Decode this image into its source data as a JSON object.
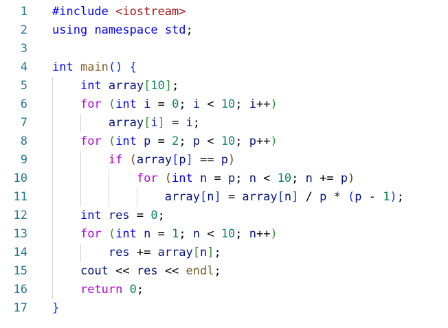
{
  "editor": {
    "lines": [
      {
        "num": "1",
        "tokens": [
          {
            "t": "#include ",
            "c": "pp"
          },
          {
            "t": "<iostream>",
            "c": "str"
          }
        ]
      },
      {
        "num": "2",
        "tokens": [
          {
            "t": "using",
            "c": "kw"
          },
          {
            "t": " ",
            "c": ""
          },
          {
            "t": "namespace",
            "c": "kw"
          },
          {
            "t": " ",
            "c": ""
          },
          {
            "t": "std",
            "c": "ty"
          },
          {
            "t": ";",
            "c": ""
          }
        ]
      },
      {
        "num": "3",
        "tokens": []
      },
      {
        "num": "4",
        "tokens": [
          {
            "t": "int",
            "c": "ty"
          },
          {
            "t": " ",
            "c": ""
          },
          {
            "t": "main",
            "c": "fn"
          },
          {
            "t": "()",
            "c": "br1"
          },
          {
            "t": " ",
            "c": ""
          },
          {
            "t": "{",
            "c": "br1"
          }
        ]
      },
      {
        "num": "5",
        "tokens": [
          {
            "t": "    ",
            "c": ""
          },
          {
            "t": "int",
            "c": "ty"
          },
          {
            "t": " ",
            "c": ""
          },
          {
            "t": "array",
            "c": "var"
          },
          {
            "t": "[",
            "c": "br2"
          },
          {
            "t": "10",
            "c": "num"
          },
          {
            "t": "]",
            "c": "br2"
          },
          {
            "t": ";",
            "c": ""
          }
        ]
      },
      {
        "num": "6",
        "tokens": [
          {
            "t": "    ",
            "c": ""
          },
          {
            "t": "for",
            "c": "ctl"
          },
          {
            "t": " ",
            "c": ""
          },
          {
            "t": "(",
            "c": "br2"
          },
          {
            "t": "int",
            "c": "ty"
          },
          {
            "t": " ",
            "c": ""
          },
          {
            "t": "i",
            "c": "var"
          },
          {
            "t": " = ",
            "c": ""
          },
          {
            "t": "0",
            "c": "num"
          },
          {
            "t": "; ",
            "c": ""
          },
          {
            "t": "i",
            "c": "var"
          },
          {
            "t": " < ",
            "c": ""
          },
          {
            "t": "10",
            "c": "num"
          },
          {
            "t": "; ",
            "c": ""
          },
          {
            "t": "i",
            "c": "var"
          },
          {
            "t": "++",
            "c": ""
          },
          {
            "t": ")",
            "c": "br2"
          }
        ]
      },
      {
        "num": "7",
        "tokens": [
          {
            "t": "        ",
            "c": ""
          },
          {
            "t": "array",
            "c": "var"
          },
          {
            "t": "[",
            "c": "br2"
          },
          {
            "t": "i",
            "c": "var"
          },
          {
            "t": "]",
            "c": "br2"
          },
          {
            "t": " = ",
            "c": ""
          },
          {
            "t": "i",
            "c": "var"
          },
          {
            "t": ";",
            "c": ""
          }
        ]
      },
      {
        "num": "8",
        "tokens": [
          {
            "t": "    ",
            "c": ""
          },
          {
            "t": "for",
            "c": "ctl"
          },
          {
            "t": " ",
            "c": ""
          },
          {
            "t": "(",
            "c": "br2"
          },
          {
            "t": "int",
            "c": "ty"
          },
          {
            "t": " ",
            "c": ""
          },
          {
            "t": "p",
            "c": "var"
          },
          {
            "t": " = ",
            "c": ""
          },
          {
            "t": "2",
            "c": "num"
          },
          {
            "t": "; ",
            "c": ""
          },
          {
            "t": "p",
            "c": "var"
          },
          {
            "t": " < ",
            "c": ""
          },
          {
            "t": "10",
            "c": "num"
          },
          {
            "t": "; ",
            "c": ""
          },
          {
            "t": "p",
            "c": "var"
          },
          {
            "t": "++",
            "c": ""
          },
          {
            "t": ")",
            "c": "br2"
          }
        ]
      },
      {
        "num": "9",
        "tokens": [
          {
            "t": "        ",
            "c": ""
          },
          {
            "t": "if",
            "c": "ctl"
          },
          {
            "t": " ",
            "c": ""
          },
          {
            "t": "(",
            "c": "br3"
          },
          {
            "t": "array",
            "c": "var"
          },
          {
            "t": "[",
            "c": "br1"
          },
          {
            "t": "p",
            "c": "var"
          },
          {
            "t": "]",
            "c": "br1"
          },
          {
            "t": " == ",
            "c": ""
          },
          {
            "t": "p",
            "c": "var"
          },
          {
            "t": ")",
            "c": "br3"
          }
        ]
      },
      {
        "num": "10",
        "tokens": [
          {
            "t": "            ",
            "c": ""
          },
          {
            "t": "for",
            "c": "ctl"
          },
          {
            "t": " ",
            "c": ""
          },
          {
            "t": "(",
            "c": "br3"
          },
          {
            "t": "int",
            "c": "ty"
          },
          {
            "t": " ",
            "c": ""
          },
          {
            "t": "n",
            "c": "var"
          },
          {
            "t": " = ",
            "c": ""
          },
          {
            "t": "p",
            "c": "var"
          },
          {
            "t": "; ",
            "c": ""
          },
          {
            "t": "n",
            "c": "var"
          },
          {
            "t": " < ",
            "c": ""
          },
          {
            "t": "10",
            "c": "num"
          },
          {
            "t": "; ",
            "c": ""
          },
          {
            "t": "n",
            "c": "var"
          },
          {
            "t": " += ",
            "c": ""
          },
          {
            "t": "p",
            "c": "var"
          },
          {
            "t": ")",
            "c": "br3"
          }
        ]
      },
      {
        "num": "11",
        "tokens": [
          {
            "t": "                ",
            "c": ""
          },
          {
            "t": "array",
            "c": "var"
          },
          {
            "t": "[",
            "c": "br1"
          },
          {
            "t": "n",
            "c": "var"
          },
          {
            "t": "]",
            "c": "br1"
          },
          {
            "t": " = ",
            "c": ""
          },
          {
            "t": "array",
            "c": "var"
          },
          {
            "t": "[",
            "c": "br1"
          },
          {
            "t": "n",
            "c": "var"
          },
          {
            "t": "]",
            "c": "br1"
          },
          {
            "t": " / ",
            "c": ""
          },
          {
            "t": "p",
            "c": "var"
          },
          {
            "t": " * ",
            "c": ""
          },
          {
            "t": "(",
            "c": "br1"
          },
          {
            "t": "p",
            "c": "var"
          },
          {
            "t": " - ",
            "c": ""
          },
          {
            "t": "1",
            "c": "num"
          },
          {
            "t": ")",
            "c": "br1"
          },
          {
            "t": ";",
            "c": ""
          }
        ]
      },
      {
        "num": "12",
        "tokens": [
          {
            "t": "    ",
            "c": ""
          },
          {
            "t": "int",
            "c": "ty"
          },
          {
            "t": " ",
            "c": ""
          },
          {
            "t": "res",
            "c": "var"
          },
          {
            "t": " = ",
            "c": ""
          },
          {
            "t": "0",
            "c": "num"
          },
          {
            "t": ";",
            "c": ""
          }
        ]
      },
      {
        "num": "13",
        "tokens": [
          {
            "t": "    ",
            "c": ""
          },
          {
            "t": "for",
            "c": "ctl"
          },
          {
            "t": " ",
            "c": ""
          },
          {
            "t": "(",
            "c": "br2"
          },
          {
            "t": "int",
            "c": "ty"
          },
          {
            "t": " ",
            "c": ""
          },
          {
            "t": "n",
            "c": "var"
          },
          {
            "t": " = ",
            "c": ""
          },
          {
            "t": "1",
            "c": "num"
          },
          {
            "t": "; ",
            "c": ""
          },
          {
            "t": "n",
            "c": "var"
          },
          {
            "t": " < ",
            "c": ""
          },
          {
            "t": "10",
            "c": "num"
          },
          {
            "t": "; ",
            "c": ""
          },
          {
            "t": "n",
            "c": "var"
          },
          {
            "t": "++",
            "c": ""
          },
          {
            "t": ")",
            "c": "br2"
          }
        ]
      },
      {
        "num": "14",
        "tokens": [
          {
            "t": "        ",
            "c": ""
          },
          {
            "t": "res",
            "c": "var"
          },
          {
            "t": " += ",
            "c": ""
          },
          {
            "t": "array",
            "c": "var"
          },
          {
            "t": "[",
            "c": "br2"
          },
          {
            "t": "n",
            "c": "var"
          },
          {
            "t": "]",
            "c": "br2"
          },
          {
            "t": ";",
            "c": ""
          }
        ]
      },
      {
        "num": "15",
        "tokens": [
          {
            "t": "    ",
            "c": ""
          },
          {
            "t": "cout",
            "c": "var"
          },
          {
            "t": " << ",
            "c": ""
          },
          {
            "t": "res",
            "c": "var"
          },
          {
            "t": " << ",
            "c": ""
          },
          {
            "t": "endl",
            "c": "fn"
          },
          {
            "t": ";",
            "c": ""
          }
        ]
      },
      {
        "num": "16",
        "tokens": [
          {
            "t": "    ",
            "c": ""
          },
          {
            "t": "return",
            "c": "ctl"
          },
          {
            "t": " ",
            "c": ""
          },
          {
            "t": "0",
            "c": "num"
          },
          {
            "t": ";",
            "c": ""
          }
        ]
      },
      {
        "num": "17",
        "tokens": [
          {
            "t": "}",
            "c": "br1"
          }
        ]
      }
    ]
  }
}
